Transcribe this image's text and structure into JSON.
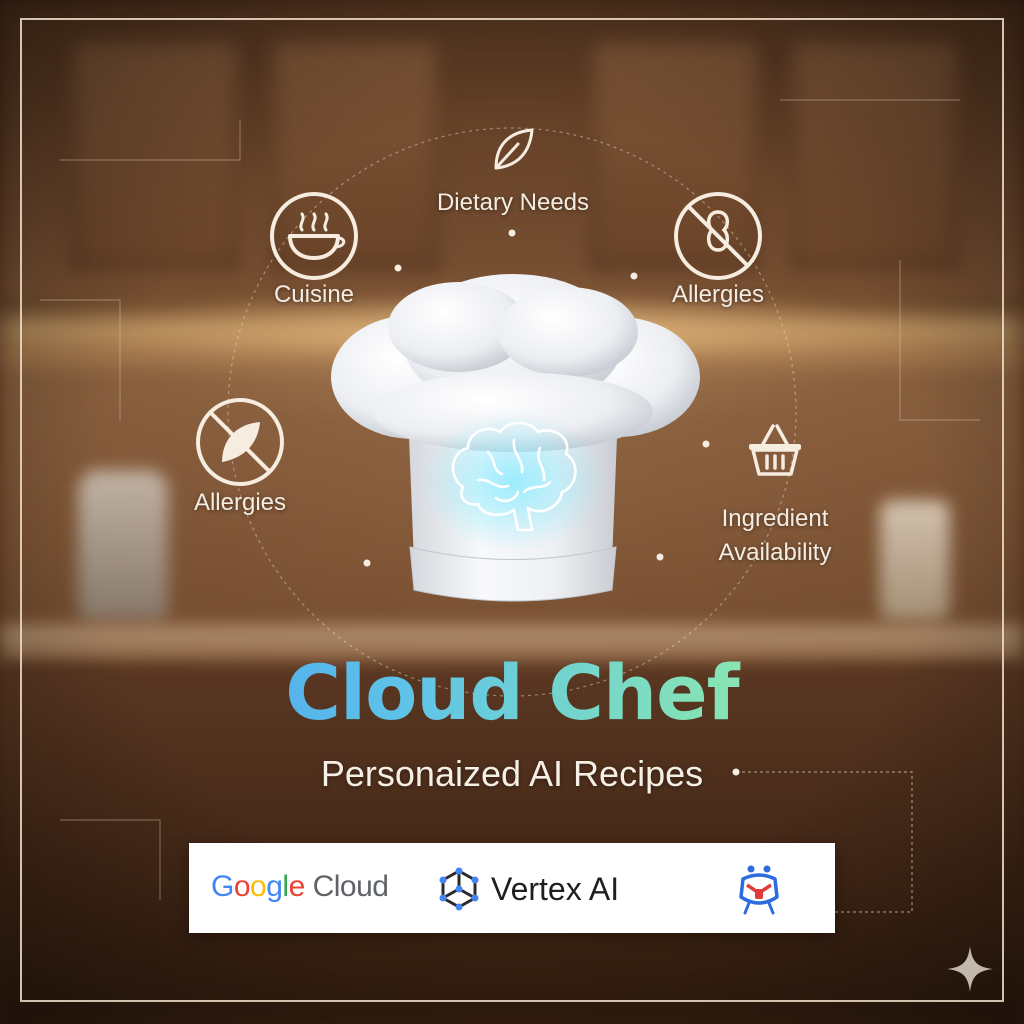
{
  "features": {
    "dietary": {
      "label": "Dietary Needs",
      "icon": "leaf-icon"
    },
    "cuisine": {
      "label": "Cuisine",
      "icon": "bowl-icon"
    },
    "allergies_right": {
      "label": "Allergies",
      "icon": "no-peanut-icon"
    },
    "allergies_left": {
      "label": "Allergies",
      "icon": "no-leaf-icon"
    },
    "ingredients": {
      "line1": "Ingredient",
      "line2": "Availability",
      "icon": "basket-icon"
    }
  },
  "center": {
    "icon": "chef-hat-brain-icon"
  },
  "title": "Cloud Chef",
  "subtitle": "Personaized AI Recipes",
  "partners": {
    "google": {
      "letters": [
        "G",
        "o",
        "o",
        "g",
        "l",
        "e"
      ],
      "suffix": " Cloud",
      "colors": [
        "#4285F4",
        "#EA4335",
        "#FBBC05",
        "#4285F4",
        "#34A853",
        "#EA4335"
      ],
      "suffix_color": "#5f6368"
    },
    "vertex": {
      "label": "Vertex AI",
      "icon": "vertex-ai-icon"
    },
    "robot": {
      "icon": "robot-mascot-icon"
    }
  },
  "colors": {
    "title_gradient": [
      "#3f8cf0",
      "#5fc4e8",
      "#86e3b5",
      "#b6ef9b"
    ],
    "text": "#f4ece2",
    "brain_glow": "#7fe8ff"
  },
  "decor": {
    "sparkle": "sparkle-icon"
  }
}
